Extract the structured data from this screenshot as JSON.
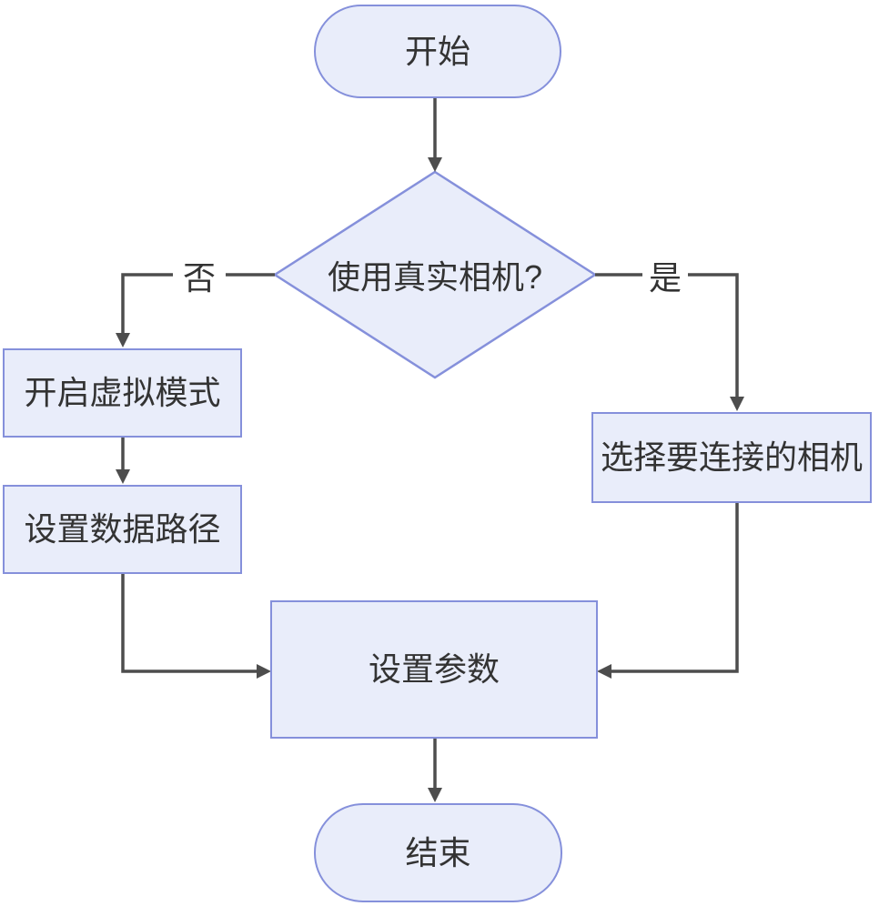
{
  "colors": {
    "canvas-bg": "#ffffff",
    "node-fill": "#E9EDFA",
    "node-border": "#8590DB",
    "line": "#4D4D4D",
    "text": "#333333"
  },
  "diagram": {
    "type": "flowchart",
    "nodes": {
      "start": {
        "type": "terminator",
        "label": "开始"
      },
      "decision": {
        "type": "decision",
        "label": "使用真实相机?"
      },
      "virtual_mode": {
        "type": "process",
        "label": "开启虚拟模式"
      },
      "data_path": {
        "type": "process",
        "label": "设置数据路径"
      },
      "select_camera": {
        "type": "process",
        "label": "选择要连接的相机"
      },
      "set_params": {
        "type": "process",
        "label": "设置参数"
      },
      "end": {
        "type": "terminator",
        "label": "结束"
      }
    },
    "edge_labels": {
      "no": "否",
      "yes": "是"
    },
    "edges": [
      {
        "from": "start",
        "to": "decision"
      },
      {
        "from": "decision",
        "to": "virtual_mode",
        "label": "否"
      },
      {
        "from": "decision",
        "to": "select_camera",
        "label": "是"
      },
      {
        "from": "virtual_mode",
        "to": "data_path"
      },
      {
        "from": "data_path",
        "to": "set_params"
      },
      {
        "from": "select_camera",
        "to": "set_params"
      },
      {
        "from": "set_params",
        "to": "end"
      }
    ]
  }
}
